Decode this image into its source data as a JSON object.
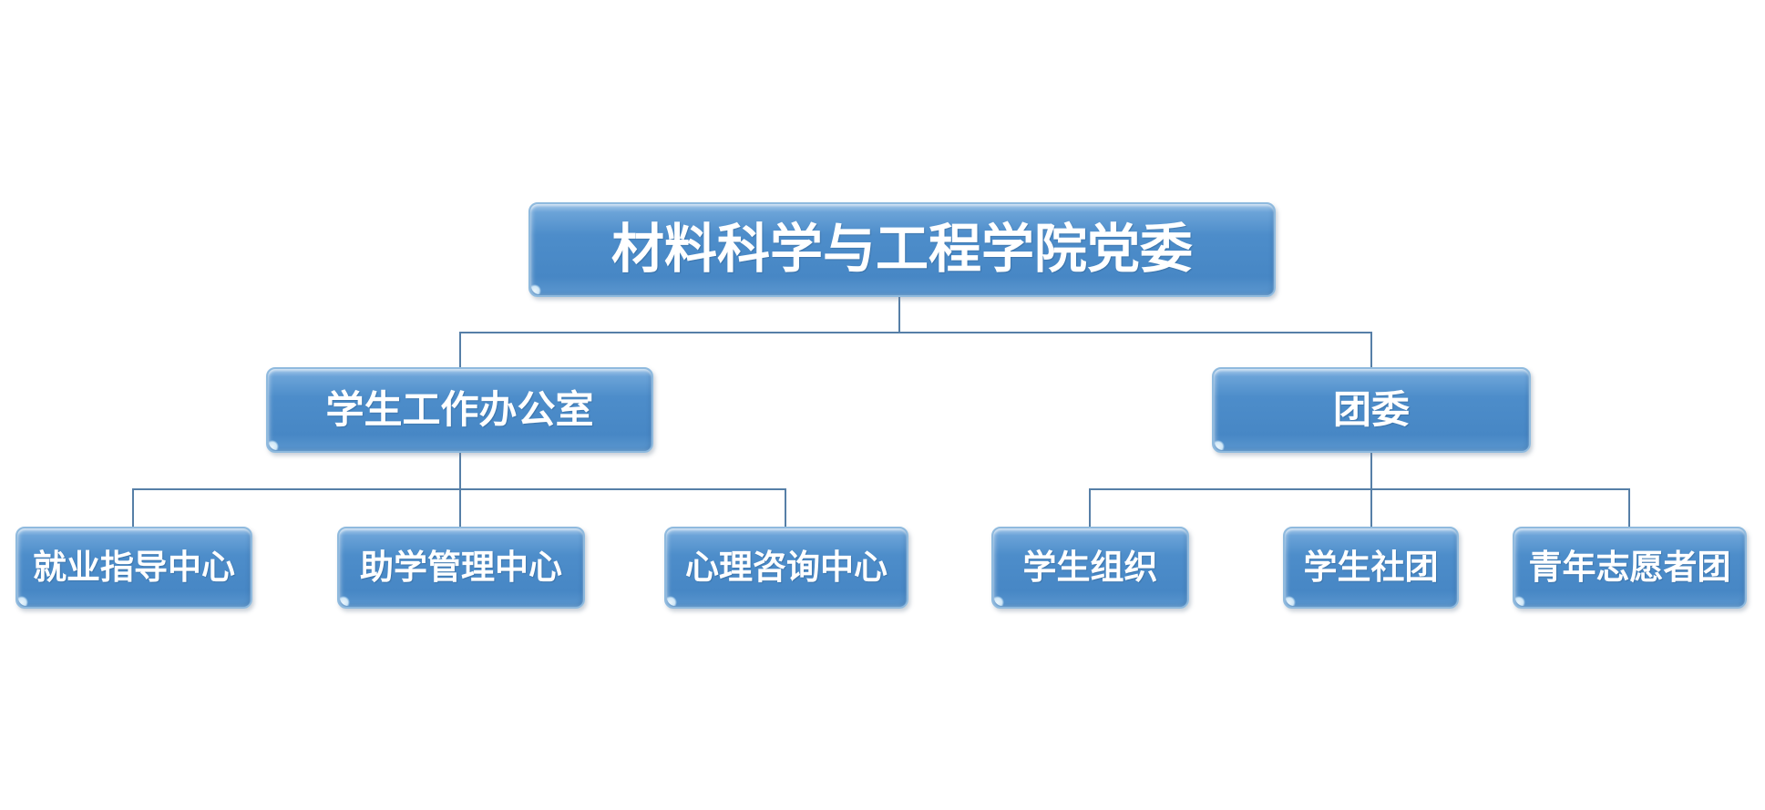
{
  "diagram": {
    "type": "org-chart",
    "colors": {
      "background": "#ffffff",
      "node_fill": "#4d8dca",
      "node_highlight": "#a6c9ea",
      "node_border": "#8fbade",
      "connector": "#567fa7",
      "text": "#ffffff"
    },
    "tree": {
      "label": "材料科学与工程学院党委",
      "children": [
        {
          "label": "学生工作办公室",
          "children": [
            {
              "label": "就业指导中心"
            },
            {
              "label": "助学管理中心"
            },
            {
              "label": "心理咨询中心"
            }
          ]
        },
        {
          "label": "团委",
          "children": [
            {
              "label": "学生组织"
            },
            {
              "label": "学生社团"
            },
            {
              "label": "青年志愿者团"
            }
          ]
        }
      ]
    }
  }
}
